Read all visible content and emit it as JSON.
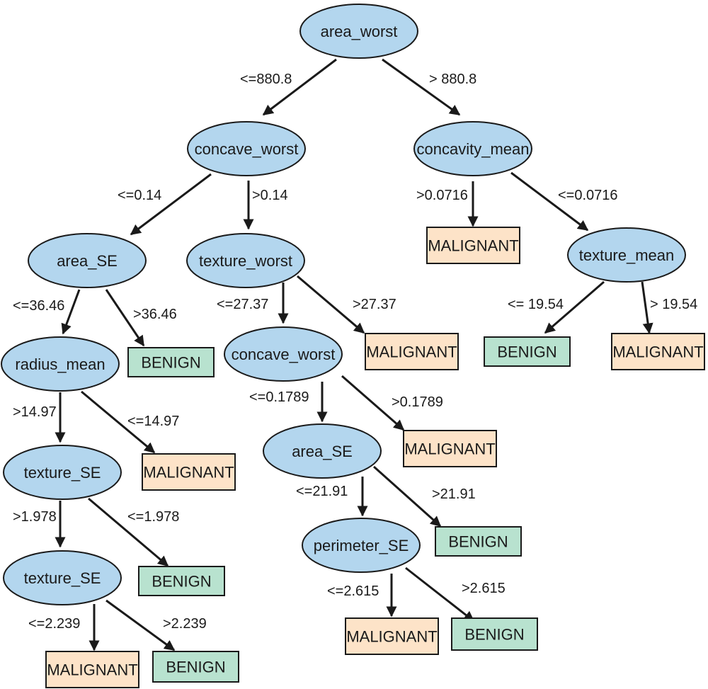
{
  "tree": {
    "nodes": [
      {
        "id": "n_area_worst",
        "label": "area_worst",
        "kind": "decision"
      },
      {
        "id": "n_concave_worst_1",
        "label": "concave_worst",
        "kind": "decision"
      },
      {
        "id": "n_concavity_mean",
        "label": "concavity_mean",
        "kind": "decision"
      },
      {
        "id": "n_area_se_1",
        "label": "area_SE",
        "kind": "decision"
      },
      {
        "id": "n_texture_worst",
        "label": "texture_worst",
        "kind": "decision"
      },
      {
        "id": "n_malignant_1",
        "label": "MALIGNANT",
        "kind": "malignant"
      },
      {
        "id": "n_texture_mean",
        "label": "texture_mean",
        "kind": "decision"
      },
      {
        "id": "n_radius_mean",
        "label": "radius_mean",
        "kind": "decision"
      },
      {
        "id": "n_benign_1",
        "label": "BENIGN",
        "kind": "benign"
      },
      {
        "id": "n_concave_worst_2",
        "label": "concave_worst",
        "kind": "decision"
      },
      {
        "id": "n_malignant_2",
        "label": "MALIGNANT",
        "kind": "malignant"
      },
      {
        "id": "n_benign_2",
        "label": "BENIGN",
        "kind": "benign"
      },
      {
        "id": "n_malignant_3",
        "label": "MALIGNANT",
        "kind": "malignant"
      },
      {
        "id": "n_texture_se_1",
        "label": "texture_SE",
        "kind": "decision"
      },
      {
        "id": "n_malignant_4",
        "label": "MALIGNANT",
        "kind": "malignant"
      },
      {
        "id": "n_area_se_2",
        "label": "area_SE",
        "kind": "decision"
      },
      {
        "id": "n_malignant_5",
        "label": "MALIGNANT",
        "kind": "malignant"
      },
      {
        "id": "n_texture_se_2",
        "label": "texture_SE",
        "kind": "decision"
      },
      {
        "id": "n_benign_3",
        "label": "BENIGN",
        "kind": "benign"
      },
      {
        "id": "n_perimeter_se",
        "label": "perimeter_SE",
        "kind": "decision"
      },
      {
        "id": "n_benign_4",
        "label": "BENIGN",
        "kind": "benign"
      },
      {
        "id": "n_malignant_6",
        "label": "MALIGNANT",
        "kind": "malignant"
      },
      {
        "id": "n_benign_5",
        "label": "BENIGN",
        "kind": "benign"
      },
      {
        "id": "n_malignant_7",
        "label": "MALIGNANT",
        "kind": "malignant"
      },
      {
        "id": "n_benign_6",
        "label": "BENIGN",
        "kind": "benign"
      }
    ],
    "edges": [
      {
        "from": "n_area_worst",
        "to": "n_concave_worst_1",
        "label": "<=880.8"
      },
      {
        "from": "n_area_worst",
        "to": "n_concavity_mean",
        "label": "> 880.8"
      },
      {
        "from": "n_concave_worst_1",
        "to": "n_area_se_1",
        "label": "<=0.14"
      },
      {
        "from": "n_concave_worst_1",
        "to": "n_texture_worst",
        "label": ">0.14"
      },
      {
        "from": "n_concavity_mean",
        "to": "n_malignant_1",
        "label": ">0.0716"
      },
      {
        "from": "n_concavity_mean",
        "to": "n_texture_mean",
        "label": "<=0.0716"
      },
      {
        "from": "n_area_se_1",
        "to": "n_radius_mean",
        "label": "<=36.46"
      },
      {
        "from": "n_area_se_1",
        "to": "n_benign_1",
        "label": ">36.46"
      },
      {
        "from": "n_texture_worst",
        "to": "n_concave_worst_2",
        "label": "<=27.37"
      },
      {
        "from": "n_texture_worst",
        "to": "n_malignant_2",
        "label": ">27.37"
      },
      {
        "from": "n_texture_mean",
        "to": "n_benign_2",
        "label": "<= 19.54"
      },
      {
        "from": "n_texture_mean",
        "to": "n_malignant_3",
        "label": "> 19.54"
      },
      {
        "from": "n_radius_mean",
        "to": "n_texture_se_1",
        "label": ">14.97"
      },
      {
        "from": "n_radius_mean",
        "to": "n_malignant_4",
        "label": "<=14.97"
      },
      {
        "from": "n_concave_worst_2",
        "to": "n_area_se_2",
        "label": "<=0.1789"
      },
      {
        "from": "n_concave_worst_2",
        "to": "n_malignant_5",
        "label": ">0.1789"
      },
      {
        "from": "n_texture_se_1",
        "to": "n_texture_se_2",
        "label": ">1.978"
      },
      {
        "from": "n_texture_se_1",
        "to": "n_benign_3",
        "label": "<=1.978"
      },
      {
        "from": "n_area_se_2",
        "to": "n_perimeter_se",
        "label": "<=21.91"
      },
      {
        "from": "n_area_se_2",
        "to": "n_benign_4",
        "label": ">21.91"
      },
      {
        "from": "n_texture_se_2",
        "to": "n_malignant_6",
        "label": "<=2.239"
      },
      {
        "from": "n_texture_se_2",
        "to": "n_benign_5",
        "label": ">2.239"
      },
      {
        "from": "n_perimeter_se",
        "to": "n_malignant_7",
        "label": "<=2.615"
      },
      {
        "from": "n_perimeter_se",
        "to": "n_benign_6",
        "label": ">2.615"
      }
    ]
  },
  "colors": {
    "decision_fill": "#b3d6ee",
    "malignant_fill": "#fde3c8",
    "benign_fill": "#b8e2cf",
    "stroke": "#1a1a1a"
  }
}
